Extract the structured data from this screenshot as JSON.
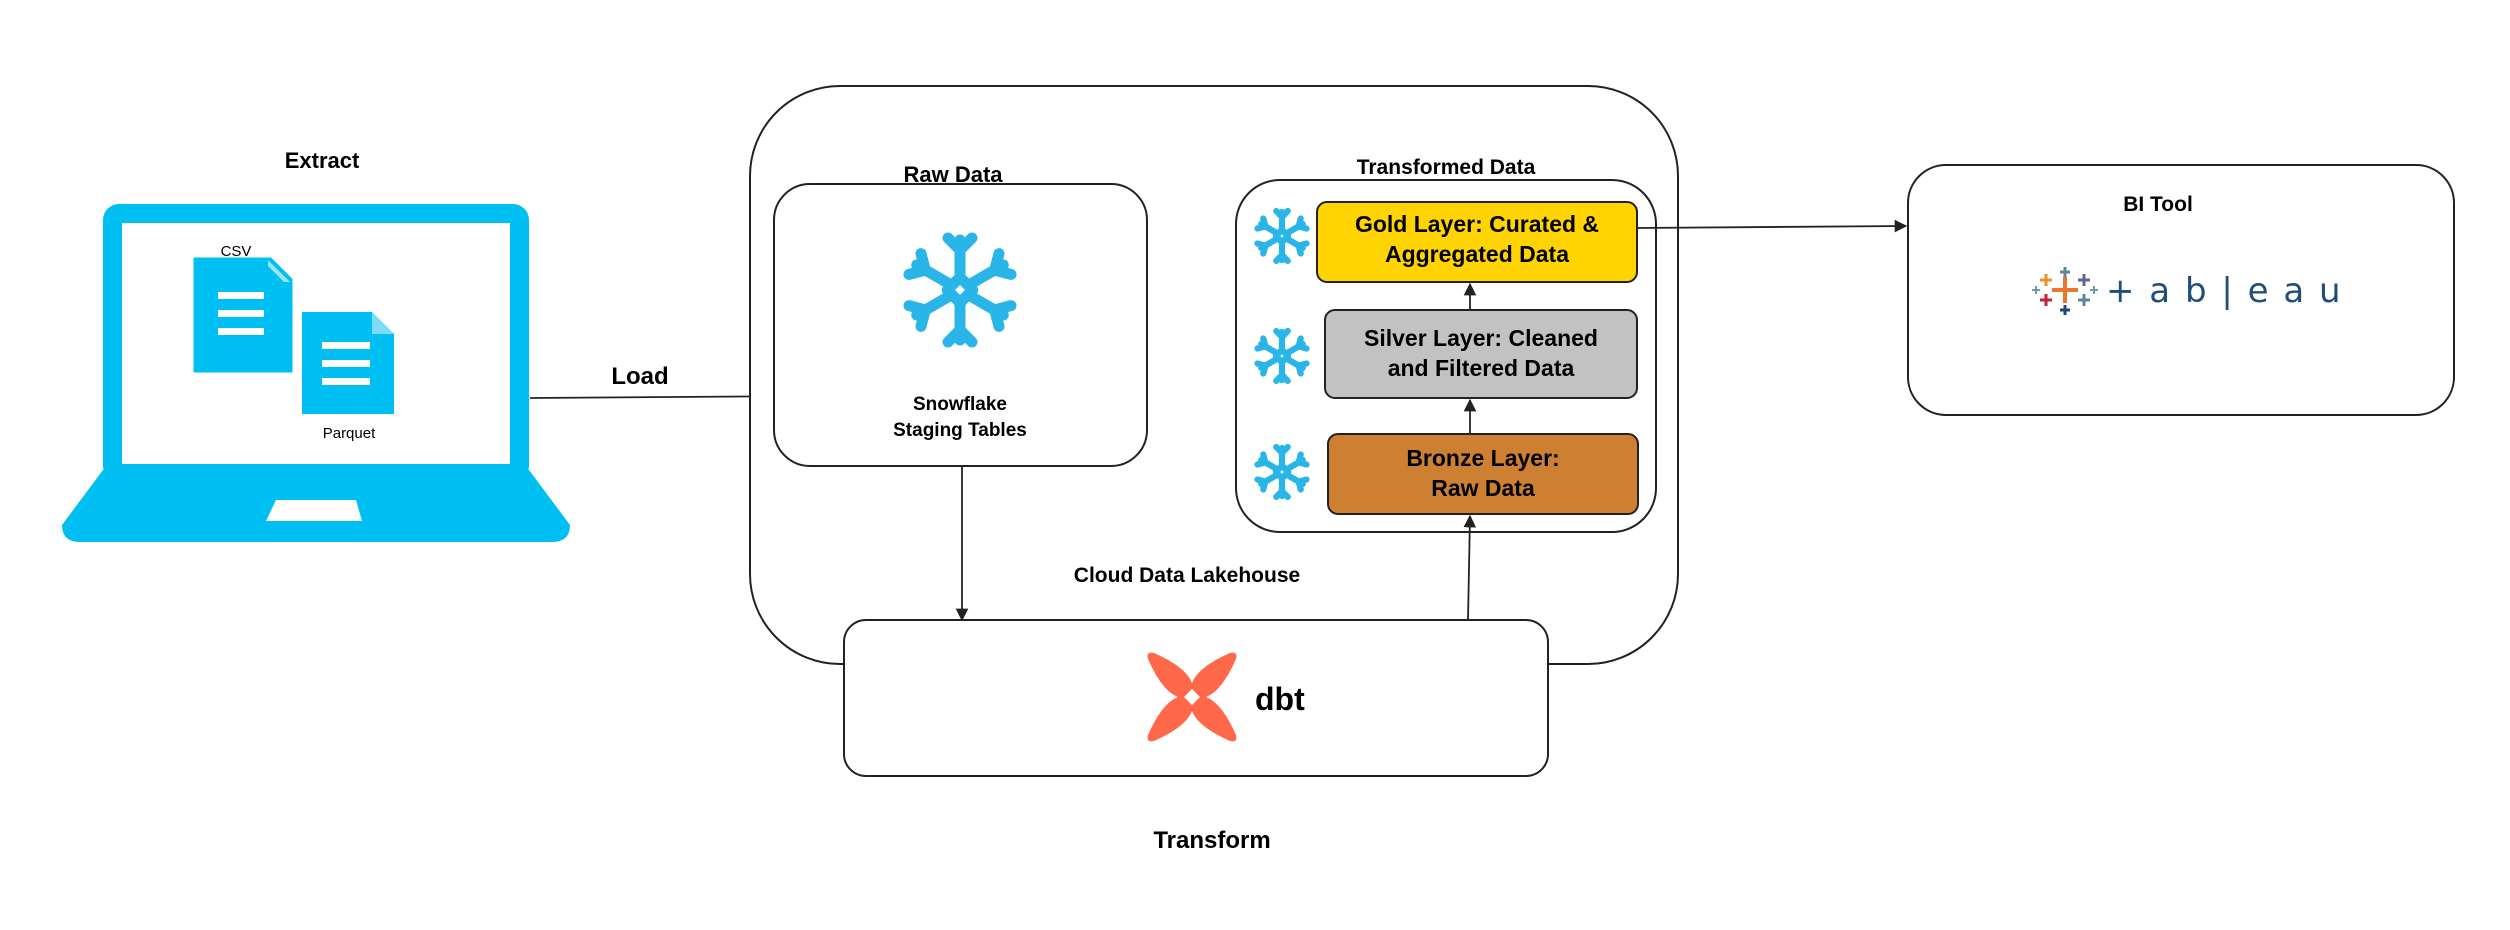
{
  "labels": {
    "extract": "Extract",
    "load": "Load",
    "transform": "Transform",
    "csv": "CSV",
    "parquet": "Parquet",
    "raw_data_title": "Raw Data",
    "staging_line1": "Snowflake",
    "staging_line2": "Staging Tables",
    "transformed_data_title": "Transformed Data",
    "gold_line1": "Gold Layer: Curated &",
    "gold_line2": "Aggregated Data",
    "silver_line1": "Silver Layer: Cleaned",
    "silver_line2": "and Filtered Data",
    "bronze_line1": "Bronze Layer:",
    "bronze_line2": "Raw Data",
    "lakehouse": "Cloud Data Lakehouse",
    "dbt": "dbt",
    "bi_tool": "BI Tool",
    "tableau": "+ a b | e a u"
  },
  "colors": {
    "laptop": "#00bff3",
    "snowflake": "#29b5e8",
    "gold": "#ffd400",
    "silver": "#c2c2c2",
    "bronze": "#cd7f32",
    "dbt": "#ff694a",
    "tableau_text": "#1f4e79"
  },
  "icons": [
    "laptop-icon",
    "document-icon",
    "snowflake-icon",
    "dbt-logo-icon",
    "tableau-logo-icon"
  ]
}
